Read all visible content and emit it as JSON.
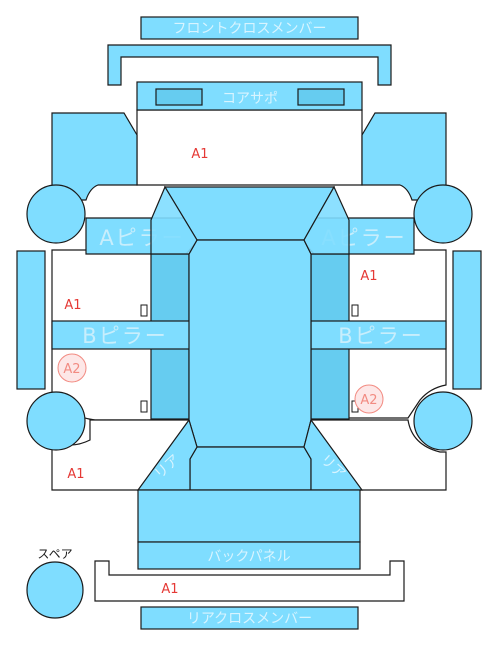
{
  "parts": {
    "front_cross_member": "フロントクロスメンバー",
    "core_support": "コアサポ",
    "a_pillar_left": "Aピラー",
    "a_pillar_right": "Aピラー",
    "b_pillar_left": "Bピラー",
    "b_pillar_right": "Bピラー",
    "back_panel": "バックパネル",
    "rear_cross_member": "リアクロスメンバー",
    "rear_left": "リア",
    "rear_right": "リア",
    "spare": "スペア"
  },
  "damage_marks": {
    "front": "A1",
    "right_front_door": "A1",
    "left_front_door": "A1",
    "left_rear_door": "A2",
    "right_rear_door": "A2",
    "left_quarter": "A1",
    "trunk": "A1"
  },
  "colors": {
    "panel": "#7fddff",
    "panel_dark": "#66ccf0",
    "damage": "#e53935",
    "damage_light": "#f28b82"
  }
}
